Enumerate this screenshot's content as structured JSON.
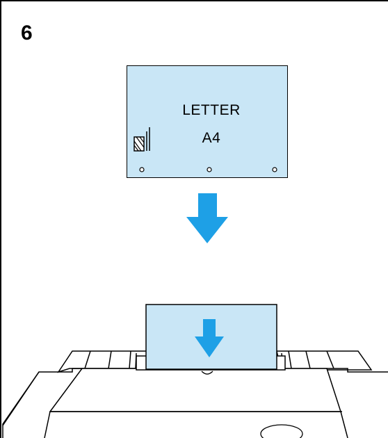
{
  "step": {
    "number": "6"
  },
  "label_card": {
    "line1": "LETTER",
    "line2": "A4"
  },
  "colors": {
    "card_fill": "#c9e6f6",
    "arrow_fill": "#1ea0e6",
    "outline": "#000000"
  },
  "icons": {
    "paper_size_indicator": "paper-stack-icon",
    "flow_arrow": "arrow-down-icon",
    "insert_arrow": "arrow-down-icon"
  }
}
